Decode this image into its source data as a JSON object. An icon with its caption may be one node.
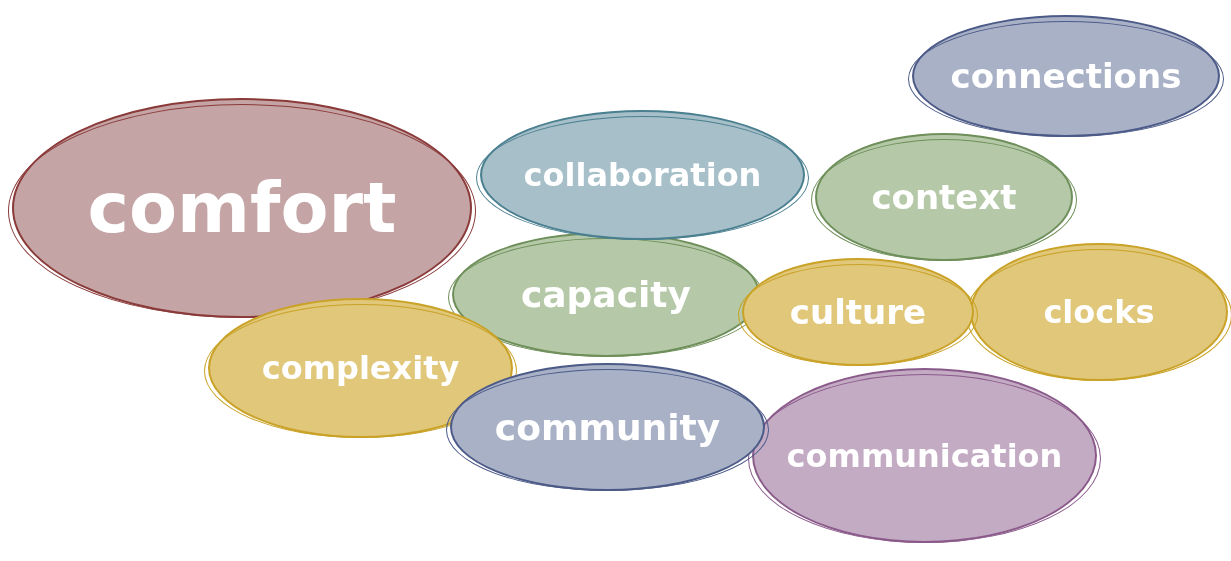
{
  "diagram": {
    "nodes": [
      {
        "text": [
          "connections"
        ]
      },
      {
        "text": [
          "comfort"
        ]
      },
      {
        "text": [
          "collaboration"
        ]
      },
      {
        "text": [
          "context"
        ]
      },
      {
        "text": [
          "capacity"
        ]
      },
      {
        "text": [
          "culture"
        ]
      },
      {
        "text": [
          "clocks"
        ]
      },
      {
        "text": [
          "complexity"
        ]
      },
      {
        "text": [
          "community"
        ]
      },
      {
        "text": [
          "communication"
        ]
      }
    ]
  }
}
